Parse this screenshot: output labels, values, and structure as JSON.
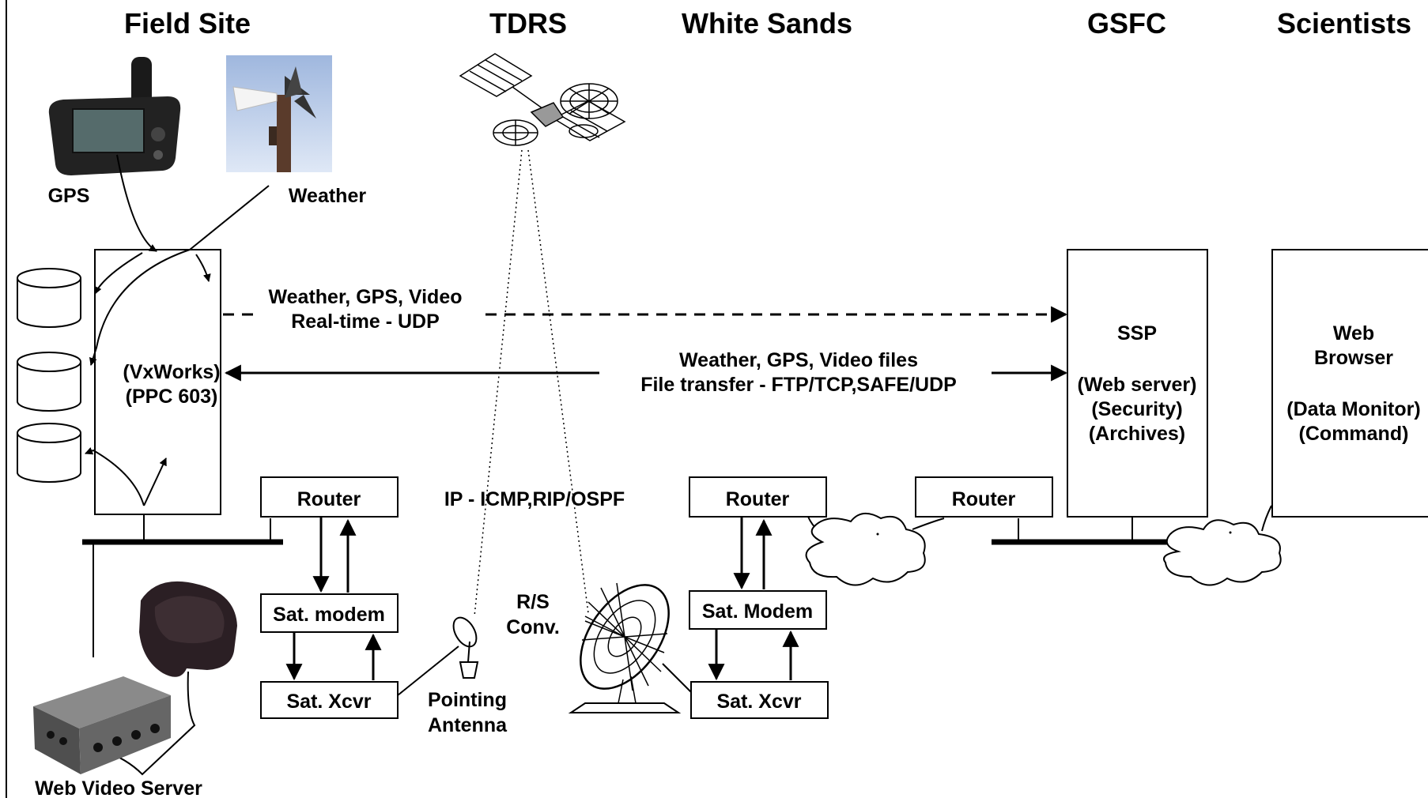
{
  "headers": {
    "field_site": "Field Site",
    "tdrs": "TDRS",
    "white_sands": "White Sands",
    "gsfc": "GSFC",
    "scientists": "Scientists"
  },
  "field_site": {
    "gps_label": "GPS",
    "weather_label": "Weather",
    "computer_line1": "(VxWorks)",
    "computer_line2": "(PPC 603)",
    "router_label": "Router",
    "modem_label": "Sat. modem",
    "xcvr_label": "Sat. Xcvr",
    "antenna_line1": "Pointing",
    "antenna_line2": "Antenna",
    "video_server_label": "Web Video Server"
  },
  "links": {
    "realtime_line1": "Weather, GPS, Video",
    "realtime_line2": "Real-time - UDP",
    "files_line1": "Weather, GPS, Video files",
    "files_line2": "File transfer - FTP/TCP,SAFE/UDP",
    "ip_label": "IP - ICMP,RIP/OSPF",
    "rs_line1": "R/S",
    "rs_line2": "Conv."
  },
  "white_sands": {
    "router_label": "Router",
    "modem_label": "Sat. Modem",
    "xcvr_label": "Sat. Xcvr",
    "router2_label": "Router"
  },
  "gsfc": {
    "ssp_title": "SSP",
    "ssp_line1": "(Web server)",
    "ssp_line2": "(Security)",
    "ssp_line3": "(Archives)"
  },
  "scientists": {
    "browser_line1": "Web",
    "browser_line2": "Browser",
    "browser_line3": "(Data Monitor)",
    "browser_line4": "(Command)"
  },
  "icons": [
    "gps-device-image",
    "weather-vane-image",
    "tdrs-satellite-icon",
    "disk-icon",
    "dish-antenna-icon",
    "network-cloud-icon",
    "camera-image",
    "video-server-image"
  ]
}
